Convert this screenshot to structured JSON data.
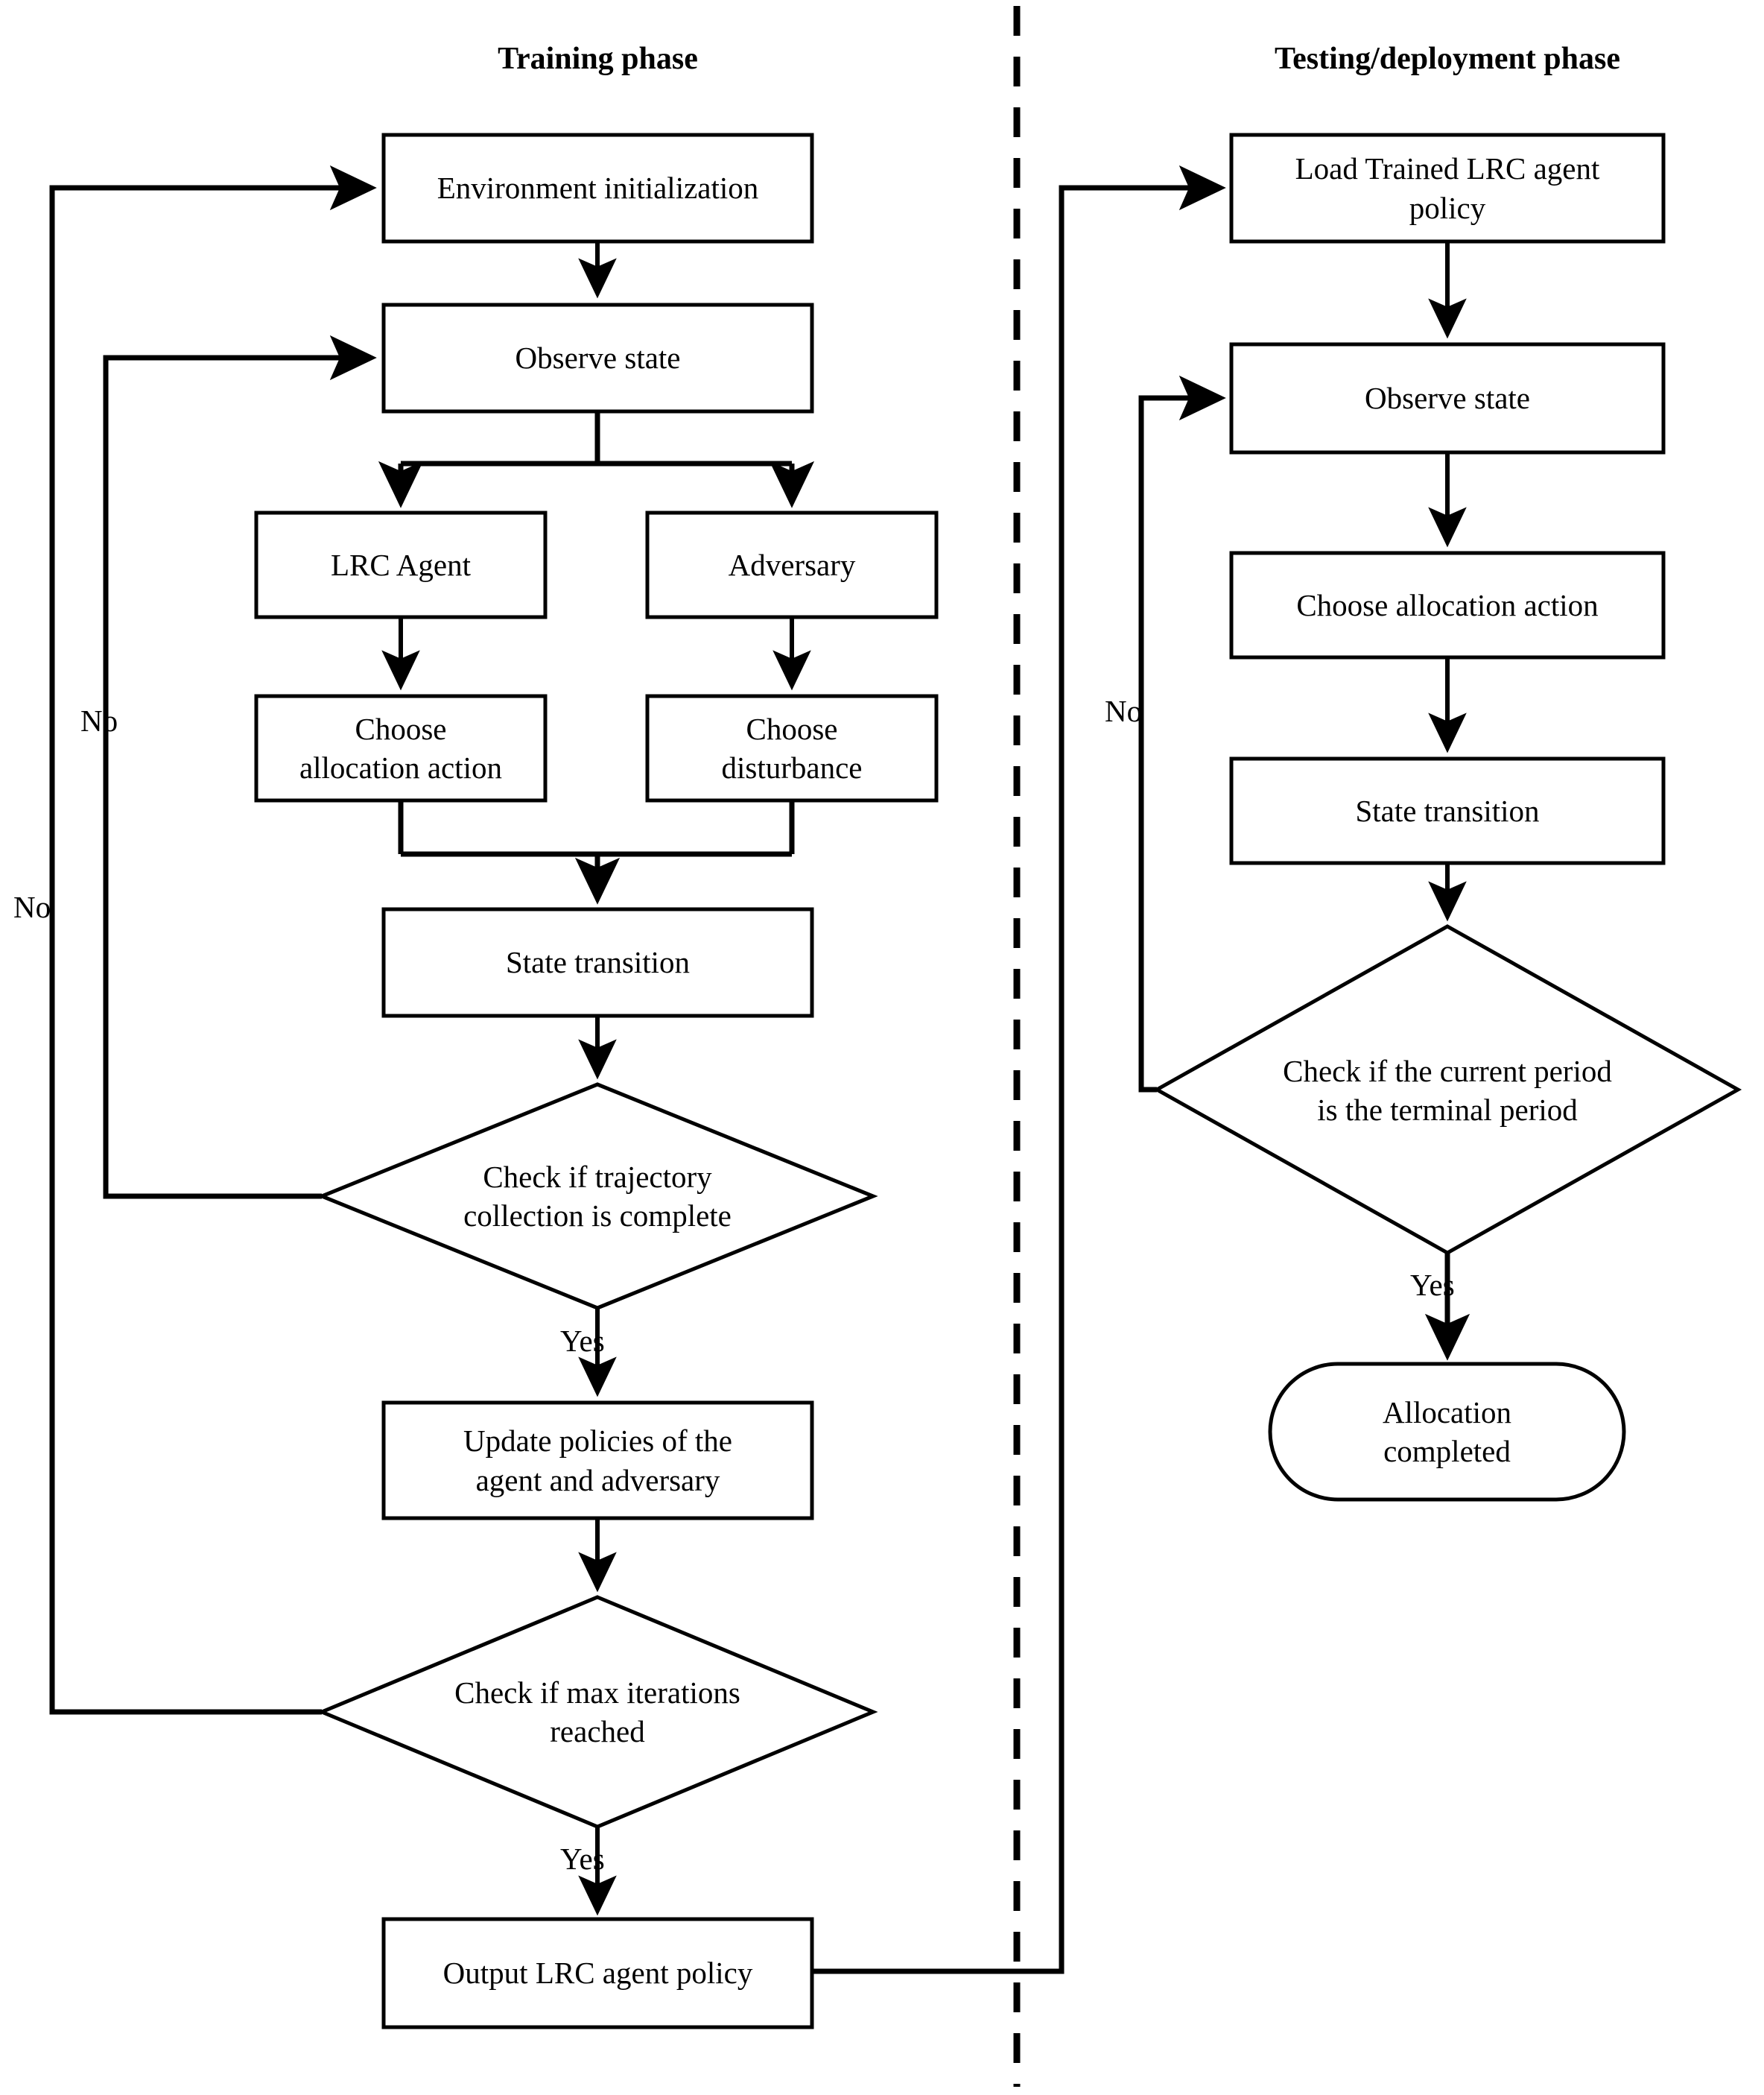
{
  "diagram": {
    "type": "flowchart",
    "title_left": "Training phase",
    "title_right": "Testing/deployment phase",
    "divider": "dashed-vertical-separator"
  },
  "training": {
    "title": "Training phase",
    "nodes": {
      "env_init": "Environment initialization",
      "observe_state": "Observe state",
      "lrc_agent": "LRC Agent",
      "adversary": "Adversary",
      "choose_allocation": "Choose\nallocation action",
      "choose_disturbance": "Choose\ndisturbance",
      "state_transition": "State transition",
      "check_trajectory": "Check if trajectory\ncollection is complete",
      "update_policies": "Update policies of the\nagent and adversary",
      "check_max_iterations": "Check if max iterations\nreached",
      "output_policy": "Output LRC agent policy"
    },
    "edge_labels": {
      "trajectory_no": "No",
      "trajectory_yes": "Yes",
      "max_iter_no": "No",
      "max_iter_yes": "Yes"
    }
  },
  "testing": {
    "title": "Testing/deployment phase",
    "nodes": {
      "load_policy": "Load Trained LRC agent\npolicy",
      "observe_state": "Observe state",
      "choose_allocation": "Choose allocation action",
      "state_transition": "State transition",
      "check_terminal": "Check if the current period\nis the terminal period",
      "allocation_completed": "Allocation\ncompleted"
    },
    "edge_labels": {
      "terminal_no": "No",
      "terminal_yes": "Yes"
    }
  }
}
